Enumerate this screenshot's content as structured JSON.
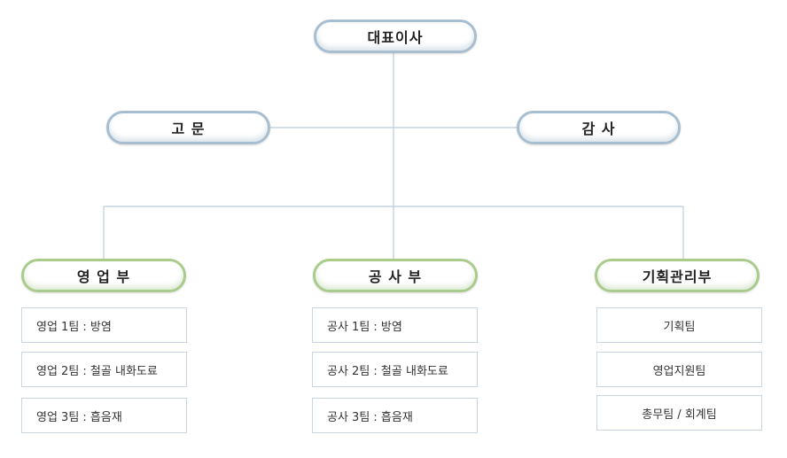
{
  "org": {
    "ceo": "대표이사",
    "advisor": "고 문",
    "auditor": "감 사",
    "departments": [
      {
        "name": "영 업 부",
        "teams": [
          "영업 1팀 : 방염",
          "영업 2팀 : 철골 내화도료",
          "영업 3팀 :  흡음재"
        ]
      },
      {
        "name": "공 사 부",
        "teams": [
          "공사 1팀 : 방염",
          "공사 2팀 : 철골 내화도료",
          "공사 3팀 : 흡음재"
        ]
      },
      {
        "name": "기획관리부",
        "teams": [
          "기획팀",
          "영업지원팀",
          "총무팀 / 회계팀"
        ]
      }
    ]
  },
  "colors": {
    "top_border": "#a7bed0",
    "dept_border": "#a9cc8d",
    "connector": "#b9cbd9",
    "team_border": "#c9d6e2"
  }
}
